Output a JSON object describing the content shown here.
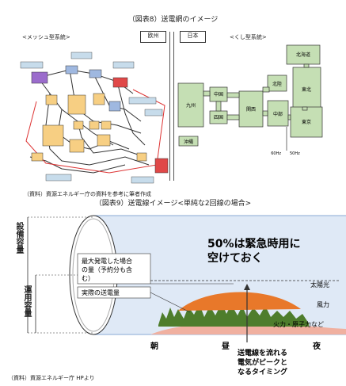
{
  "fig8": {
    "title": "（図表8）送電網のイメージ",
    "mesh_label": "<メッシュ型系統>",
    "europe_label": "欧州",
    "japan_label": "日本",
    "kushi_label": "<くし型系統>",
    "regions": {
      "hokkaido": "北海道",
      "tohoku": "東北",
      "hokuriku": "北陸",
      "chubu": "中部",
      "tokyo": "東京",
      "kansai": "関西",
      "chugoku": "中国",
      "shikoku": "四国",
      "kyushu": "九州",
      "okinawa": "沖縄"
    },
    "hz60": "60Hz",
    "hz50": "50Hz",
    "source": "（資料）資源エネルギー庁の資料を参考に筆者作成"
  },
  "fig9": {
    "title": "（図表9）送電線イメージ<単純な2回線の場合>",
    "y_label_equipment": "設備容量",
    "y_label_operation": "運用容量",
    "emergency_text": "50%は緊急時用に空けておく",
    "emergency_line1": "50%は緊急時用に",
    "emergency_line2": "空けておく",
    "max_gen_line1": "最大発電した場合",
    "max_gen_line2": "の量（予約分も含",
    "max_gen_line3": "む）",
    "actual_label": "実際の送電量",
    "solar_label": "太陽光",
    "wind_label": "風力",
    "thermal_label": "火力・原子力など",
    "morning": "朝",
    "noon": "昼",
    "night": "夜",
    "peak_line1": "送電線を流れる",
    "peak_line2": "電気がピークと",
    "peak_line3": "なるタイミング",
    "source": "（資料）資源エネルギー庁 HPより"
  },
  "colors": {
    "grid_green": "#c5dfb4",
    "node_orange": "#f7cf83",
    "node_blue": "#9fb8e0",
    "node_purple": "#9b6ccc",
    "node_red": "#e04848",
    "tube_blue": "#dfe9f6",
    "solar_orange": "#e8782a",
    "wind_green": "#4e7d2c",
    "thermal_pink": "#f0b0a0"
  }
}
